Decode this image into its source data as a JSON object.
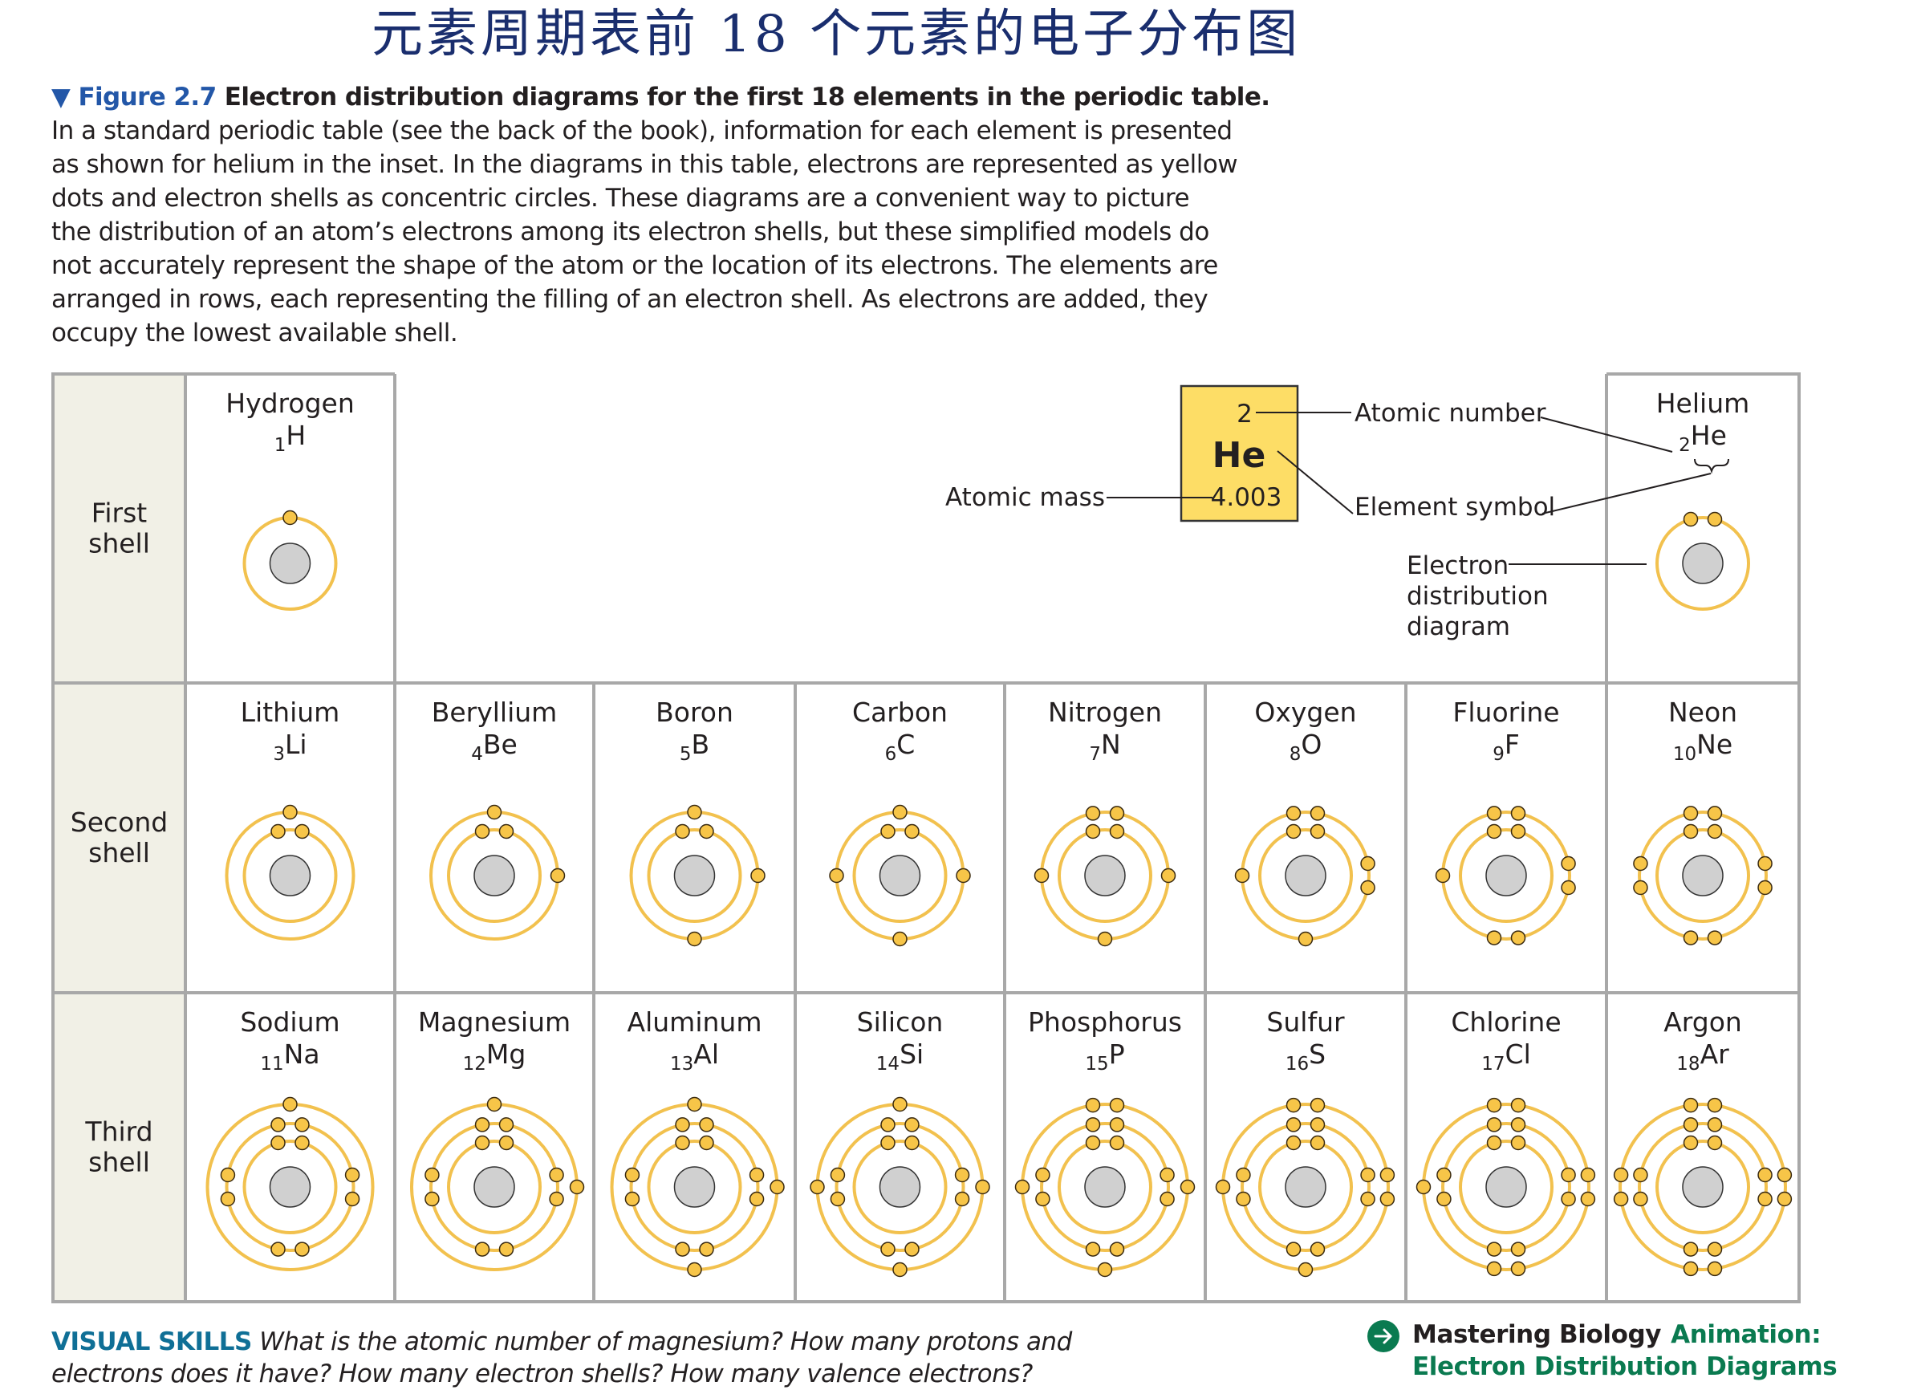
{
  "title_cn": "元素周期表前 18 个元素的电子分布图",
  "caption": {
    "marker": "▼",
    "figure_label": "Figure 2.7",
    "heading": "Electron distribution diagrams for the first 18 elements in the periodic table.",
    "body_lines": [
      "In a standard periodic table (see the back of the book), information for each element is presented",
      "as shown for helium in the inset. In the diagrams in this table, electrons are represented as yellow",
      "dots and electron shells as concentric circles. These diagrams are a convenient way to picture",
      "the distribution of an atom’s electrons among its electron shells, but these simplified models do",
      "not accurately represent the shape of the atom or the location of its electrons. The elements are",
      "arranged in rows, each representing the filling of an electron shell. As electrons are added, they",
      "occupy the lowest available shell."
    ]
  },
  "colors": {
    "grid": "#a8a8a8",
    "label_bg": "#f1f0e6",
    "orbit": "#f2c14e",
    "electron": "#f7c548",
    "electron_stroke": "#3a2a10",
    "nucleus": "#d0d0d0",
    "nucleus_stroke": "#333333",
    "inset_box": "#fddd66",
    "text": "#231f20"
  },
  "row_labels": [
    [
      "First",
      "shell"
    ],
    [
      "Second",
      "shell"
    ],
    [
      "Third",
      "shell"
    ]
  ],
  "inset": {
    "atomic_number": "2",
    "symbol": "He",
    "atomic_mass": "4.003",
    "label_atomic_number": "Atomic number",
    "label_atomic_mass": "Atomic mass",
    "label_element_symbol": "Element symbol",
    "label_diagram": [
      "Electron",
      "distribution",
      "diagram"
    ]
  },
  "elements": [
    {
      "name": "Hydrogen",
      "number": 1,
      "symbol": "H",
      "row": 0,
      "col": 0,
      "shells": [
        1
      ]
    },
    {
      "name": "Helium",
      "number": 2,
      "symbol": "He",
      "row": 0,
      "col": 7,
      "shells": [
        2
      ]
    },
    {
      "name": "Lithium",
      "number": 3,
      "symbol": "Li",
      "row": 1,
      "col": 0,
      "shells": [
        2,
        1
      ]
    },
    {
      "name": "Beryllium",
      "number": 4,
      "symbol": "Be",
      "row": 1,
      "col": 1,
      "shells": [
        2,
        2
      ]
    },
    {
      "name": "Boron",
      "number": 5,
      "symbol": "B",
      "row": 1,
      "col": 2,
      "shells": [
        2,
        3
      ]
    },
    {
      "name": "Carbon",
      "number": 6,
      "symbol": "C",
      "row": 1,
      "col": 3,
      "shells": [
        2,
        4
      ]
    },
    {
      "name": "Nitrogen",
      "number": 7,
      "symbol": "N",
      "row": 1,
      "col": 4,
      "shells": [
        2,
        5
      ]
    },
    {
      "name": "Oxygen",
      "number": 8,
      "symbol": "O",
      "row": 1,
      "col": 5,
      "shells": [
        2,
        6
      ]
    },
    {
      "name": "Fluorine",
      "number": 9,
      "symbol": "F",
      "row": 1,
      "col": 6,
      "shells": [
        2,
        7
      ]
    },
    {
      "name": "Neon",
      "number": 10,
      "symbol": "Ne",
      "row": 1,
      "col": 7,
      "shells": [
        2,
        8
      ]
    },
    {
      "name": "Sodium",
      "number": 11,
      "symbol": "Na",
      "row": 2,
      "col": 0,
      "shells": [
        2,
        8,
        1
      ]
    },
    {
      "name": "Magnesium",
      "number": 12,
      "symbol": "Mg",
      "row": 2,
      "col": 1,
      "shells": [
        2,
        8,
        2
      ]
    },
    {
      "name": "Aluminum",
      "number": 13,
      "symbol": "Al",
      "row": 2,
      "col": 2,
      "shells": [
        2,
        8,
        3
      ]
    },
    {
      "name": "Silicon",
      "number": 14,
      "symbol": "Si",
      "row": 2,
      "col": 3,
      "shells": [
        2,
        8,
        4
      ]
    },
    {
      "name": "Phosphorus",
      "number": 15,
      "symbol": "P",
      "row": 2,
      "col": 4,
      "shells": [
        2,
        8,
        5
      ]
    },
    {
      "name": "Sulfur",
      "number": 16,
      "symbol": "S",
      "row": 2,
      "col": 5,
      "shells": [
        2,
        8,
        6
      ]
    },
    {
      "name": "Chlorine",
      "number": 17,
      "symbol": "Cl",
      "row": 2,
      "col": 6,
      "shells": [
        2,
        8,
        7
      ]
    },
    {
      "name": "Argon",
      "number": 18,
      "symbol": "Ar",
      "row": 2,
      "col": 7,
      "shells": [
        2,
        8,
        8
      ]
    }
  ],
  "footer": {
    "visual_skills_label": "VISUAL SKILLS",
    "visual_skills_lines": [
      "What is the atomic number of magnesium? How many protons and",
      "electrons does it have? How many electron shells? How many valence electrons?"
    ],
    "mastering_brand": "Mastering Biology",
    "mastering_type": "Animation:",
    "mastering_title": "Electron Distribution Diagrams",
    "mastering_icon": "arrow-right-circle-icon"
  }
}
